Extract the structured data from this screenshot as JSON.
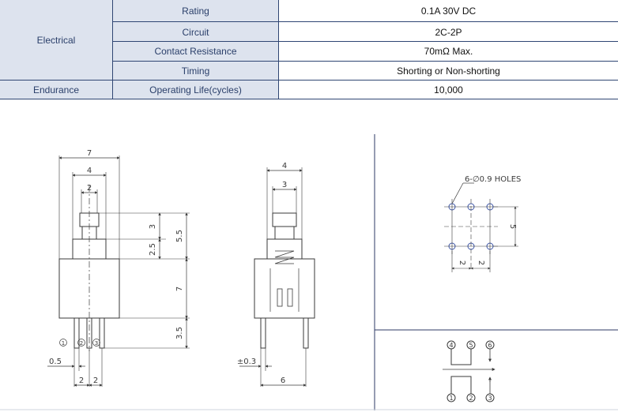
{
  "spec_table": {
    "rows": [
      {
        "group": "Electrical",
        "parameter": "Rating",
        "value": "0.1A 30V DC"
      },
      {
        "group": "Electrical",
        "parameter": "Circuit",
        "value": "2C-2P"
      },
      {
        "group": "Electrical",
        "parameter": "Contact Resistance",
        "value": "70mΩ Max."
      },
      {
        "group": "Electrical",
        "parameter": "Timing",
        "value": "Shorting or Non-shorting"
      },
      {
        "group": "Endurance",
        "parameter": "Operating Life(cycles)",
        "value": "10,000"
      }
    ],
    "groups": {
      "electrical": "Electrical",
      "endurance": "Endurance"
    }
  },
  "front_view": {
    "dim_width": "7",
    "dim_body": "4",
    "dim_plunger": "2",
    "dim_plunger_height": "3",
    "dim_collar": "2.5",
    "dim_top": "5.5",
    "dim_body_height": "7",
    "dim_pin_length": "3.5",
    "dim_pin_thickness": "0.5",
    "dim_pitch_a": "2",
    "dim_pitch_b": "2",
    "pin_1": "1",
    "pin_2": "2",
    "pin_3": "3"
  },
  "side_view": {
    "dim_top": "4",
    "dim_plunger": "3",
    "dim_tolerance": "±0.3",
    "dim_pin_span": "6"
  },
  "hole_pattern": {
    "label": "6-∅0.9 HOLES",
    "dim_row_spacing": "5",
    "dim_pitch_a": "2",
    "dim_pitch_b": "2"
  },
  "schematic": {
    "top_pins": [
      "4",
      "5",
      "6"
    ],
    "bottom_pins": [
      "1",
      "2",
      "3"
    ]
  },
  "colors": {
    "header_bg": "#dde3ee",
    "table_text": "#2a3f6a",
    "table_line": "#2f4673",
    "drawing_line": "#3a3a3a",
    "hole_blue": "#3d56a8",
    "frame_line": "#2c3a66"
  }
}
